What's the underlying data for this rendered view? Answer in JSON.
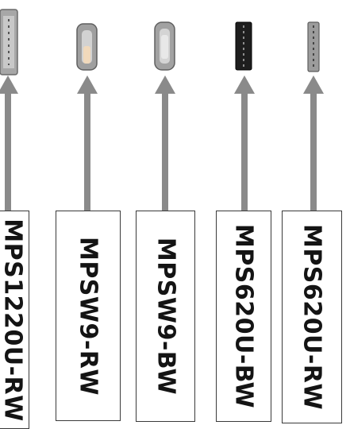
{
  "labels": [
    {
      "id": "mps1220u-rw",
      "text": "MPS1220U-RW"
    },
    {
      "id": "mpsw9-rw",
      "text": "MPSW9-RW"
    },
    {
      "id": "mpsw9-bw",
      "text": "MPSW9-BW"
    },
    {
      "id": "mps620u-bw",
      "text": "MPS620U-BW"
    },
    {
      "id": "mps620u-rw",
      "text": "MPS620U-RW"
    }
  ],
  "colors": {
    "arrow": "#8a8a8a",
    "box_border": "#3a3a3a",
    "text": "#141414"
  }
}
